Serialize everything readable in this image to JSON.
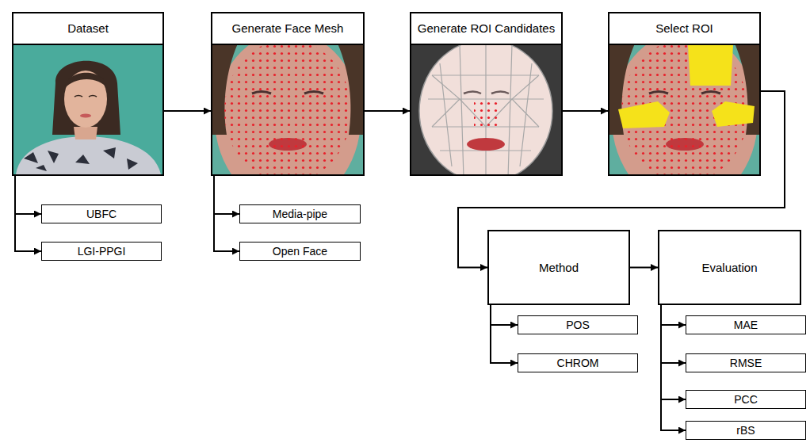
{
  "diagram": {
    "nodes": [
      {
        "text": [
          "Dataset"
        ]
      },
      {
        "text": [
          "Generate Face Mesh"
        ]
      },
      {
        "text": [
          "Generate ROI Candidates"
        ]
      },
      {
        "text": [
          "Select ROI"
        ]
      },
      {
        "text": [
          "UBFC"
        ]
      },
      {
        "text": [
          "LGI-PPGI"
        ]
      },
      {
        "text": [
          "Media-pipe"
        ]
      },
      {
        "text": [
          "Open Face"
        ]
      },
      {
        "text": [
          "Method"
        ]
      },
      {
        "text": [
          "Evaluation"
        ]
      },
      {
        "text": [
          "POS"
        ]
      },
      {
        "text": [
          "CHROM"
        ]
      },
      {
        "text": [
          "MAE"
        ]
      },
      {
        "text": [
          "RMSE"
        ]
      },
      {
        "text": [
          "PCC"
        ]
      },
      {
        "text": [
          "rBS"
        ]
      }
    ],
    "edges": [
      {
        "from": 0,
        "to": 1,
        "arrow": "to"
      },
      {
        "from": 0,
        "to": 4,
        "arrow": "to"
      },
      {
        "from": 0,
        "to": 5,
        "arrow": "to"
      },
      {
        "from": 1,
        "to": 2,
        "arrow": "to"
      },
      {
        "from": 1,
        "to": 6,
        "arrow": "to"
      },
      {
        "from": 1,
        "to": 7,
        "arrow": "to"
      },
      {
        "from": 2,
        "to": 3,
        "arrow": "to"
      },
      {
        "from": 3,
        "to": 8,
        "arrow": "to"
      },
      {
        "from": 8,
        "to": 9,
        "arrow": "to"
      },
      {
        "from": 8,
        "to": 10,
        "arrow": "to"
      },
      {
        "from": 8,
        "to": 11,
        "arrow": "to"
      },
      {
        "from": 9,
        "to": 12,
        "arrow": "to"
      },
      {
        "from": 9,
        "to": 13,
        "arrow": "to"
      },
      {
        "from": 9,
        "to": 14,
        "arrow": "to"
      },
      {
        "from": 9,
        "to": 15,
        "arrow": "to"
      }
    ]
  }
}
